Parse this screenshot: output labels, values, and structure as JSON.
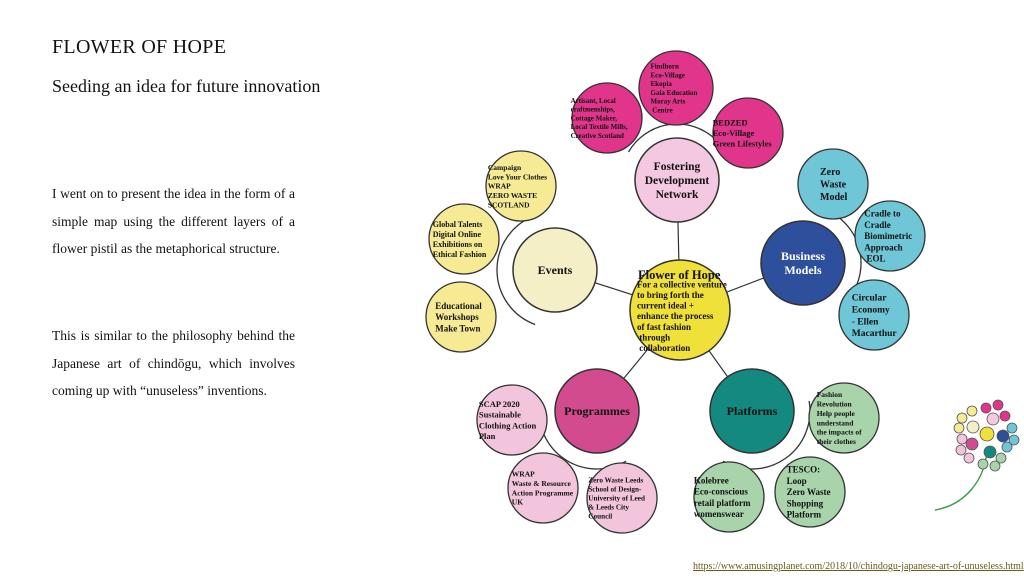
{
  "slide": {
    "title": "FLOWER OF HOPE",
    "subtitle": "Seeding an idea for future innovation",
    "paragraph1": "I went on to present the idea in the form of a simple map using the different layers of a flower pistil as the metaphorical structure.",
    "paragraph2": "This is similar to the philosophy behind the Japanese art of chindōgu, which involves coming up with “unuseless” inventions.",
    "source_link": "https://www.amusingplanet.com/2018/10/chindogu-japanese-art-of-unuseless.html"
  },
  "diagram": {
    "center": {
      "id": "flower-of-hope",
      "title": "Flower of Hope",
      "lines": [
        "For a collective venture",
        "to bring forth the",
        "current ideal +",
        "enhance the process",
        "of fast fashion",
        "  through",
        "      collaboration"
      ],
      "color": "#efe03a"
    },
    "branches": [
      {
        "id": "fostering-development-network",
        "lines": [
          "Fostering",
          "Development",
          "Network"
        ],
        "color": "#f3c8e0",
        "text_color": "#111",
        "leaves": [
          {
            "lines": [
              "Artisant, Local",
              "craftmenships,",
              "Cottage Maker,",
              "Local Textile Mills,",
              "Creative Scotland"
            ]
          },
          {
            "lines": [
              "Findhorn",
              "Eco-Village",
              "Ekopia",
              "Gaia Education",
              "Moray Arts",
              "  Centre"
            ]
          },
          {
            "lines": [
              "BEDZED",
              "Eco-Village",
              "Green Lifestyles"
            ]
          }
        ],
        "leaf_color": "#e0358b"
      },
      {
        "id": "business-models",
        "lines": [
          "Business",
          "Models"
        ],
        "color": "#2e4f9c",
        "text_color": "#ffffff",
        "leaves": [
          {
            "lines": [
              "Zero",
              "Waste",
              "Model"
            ]
          },
          {
            "lines": [
              "Cradle to",
              "Cradle",
              "Biomimetric",
              "Approach",
              "   EOL"
            ]
          },
          {
            "lines": [
              "Circular",
              "Economy",
              "- Ellen",
              "Macarthur"
            ]
          }
        ],
        "leaf_color": "#6ec6d7"
      },
      {
        "id": "platforms",
        "lines": [
          "Platforms"
        ],
        "color": "#14897f",
        "text_color": "#111",
        "leaves": [
          {
            "lines": [
              "Fashion",
              "Revolution",
              "Help people",
              "understand",
              "the impacts of",
              "their clothes"
            ]
          },
          {
            "lines": [
              "TESCO:",
              "Loop",
              "Zero Waste",
              "Shopping",
              "Platform"
            ]
          },
          {
            "lines": [
              "Kolebree",
              "Eco-conscious",
              "retail platform",
              "womenswear"
            ]
          }
        ],
        "leaf_color": "#a8d3ab"
      },
      {
        "id": "programmes",
        "lines": [
          "Programmes"
        ],
        "color": "#d14b8e",
        "text_color": "#111",
        "leaves": [
          {
            "lines": [
              "SCAP 2020",
              "Sustainable",
              "Clothing Action",
              "Plan"
            ]
          },
          {
            "lines": [
              "WRAP",
              "Waste & Resource",
              "Action Programme",
              "UK"
            ]
          },
          {
            "lines": [
              "Zero Waste Leeds",
              "School of Design-",
              "University of Leed",
              "& Leeds City",
              "Council"
            ]
          }
        ],
        "leaf_color": "#f3c5dd"
      },
      {
        "id": "events",
        "lines": [
          "Events"
        ],
        "color": "#f4efc7",
        "text_color": "#111",
        "leaves": [
          {
            "lines": [
              "Campaign",
              "Love Your Clothes",
              "WRAP",
              "ZERO WASTE",
              "SCOTLAND"
            ]
          },
          {
            "lines": [
              "Global Talents",
              "Digital Online",
              "Exhibitions on",
              "Ethical Fashion"
            ]
          },
          {
            "lines": [
              "Educational",
              "Workshops",
              "Make Town"
            ]
          }
        ],
        "leaf_color": "#f6eb94"
      }
    ]
  }
}
